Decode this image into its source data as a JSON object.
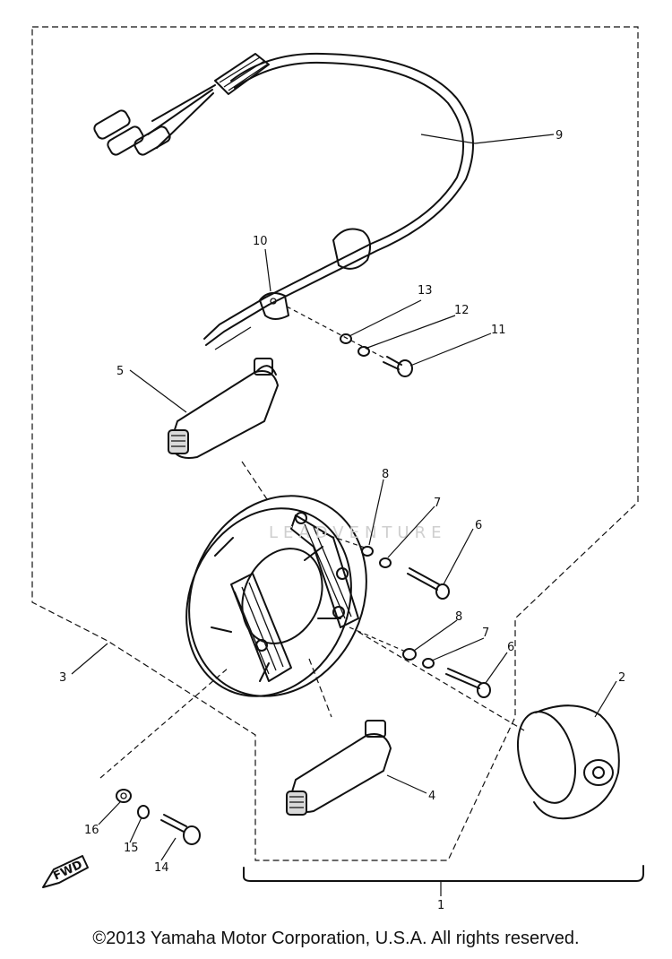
{
  "diagram": {
    "callouts": [
      "1",
      "2",
      "3",
      "4",
      "5",
      "6",
      "6",
      "7",
      "7",
      "8",
      "8",
      "9",
      "10",
      "11",
      "12",
      "13",
      "14",
      "15",
      "16"
    ],
    "fwd_label": "FWD",
    "watermark": "LEADVENTURE"
  },
  "footer": {
    "copyright": "©2013 Yamaha Motor Corporation, U.S.A. All rights reserved."
  }
}
